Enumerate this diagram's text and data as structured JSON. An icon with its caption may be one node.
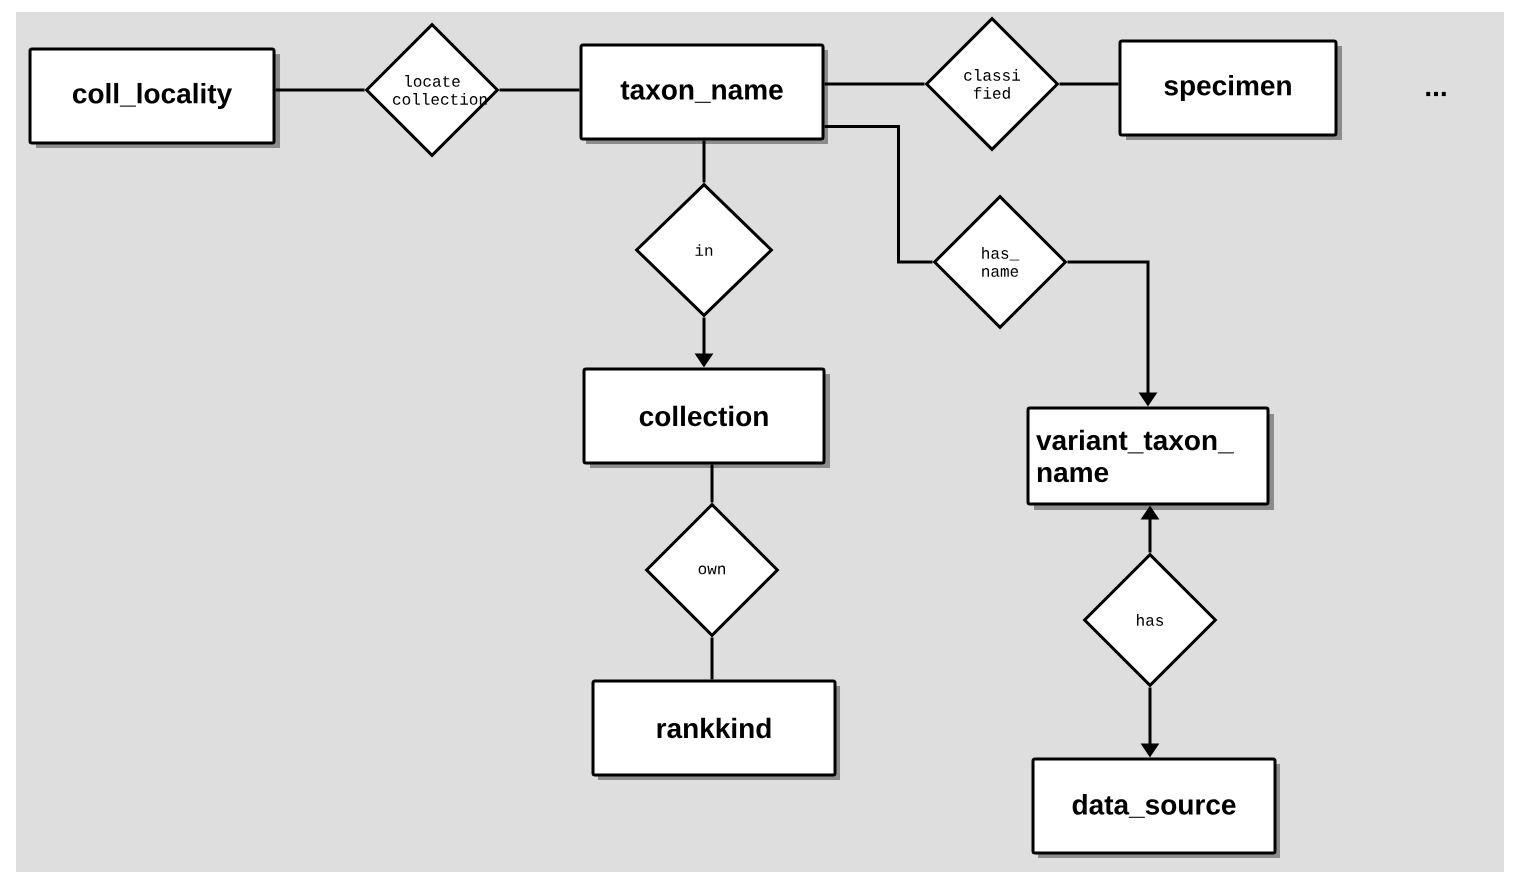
{
  "diagram": {
    "nodes": [
      {
        "text": [
          "coll_locality"
        ]
      },
      {
        "text": [
          "locate collection"
        ]
      },
      {
        "text": [
          "taxon_name"
        ]
      },
      {
        "text": [
          "classi fied"
        ]
      },
      {
        "text": [
          "specimen"
        ]
      },
      {
        "text": [
          "in"
        ]
      },
      {
        "text": [
          "collection"
        ]
      },
      {
        "text": [
          "has_ name"
        ]
      },
      {
        "text": [
          "variant_taxon_ name"
        ]
      },
      {
        "text": [
          "own"
        ]
      },
      {
        "text": [
          "rankkind"
        ]
      },
      {
        "text": [
          "has"
        ]
      },
      {
        "text": [
          "data_source"
        ]
      }
    ],
    "edges": [
      {
        "from": 0,
        "to": 1,
        "arrow": "none"
      },
      {
        "from": 1,
        "to": 2,
        "arrow": "none"
      },
      {
        "from": 2,
        "to": 3,
        "arrow": "none"
      },
      {
        "from": 3,
        "to": 4,
        "arrow": "none"
      },
      {
        "from": 2,
        "to": 5,
        "arrow": "none"
      },
      {
        "from": 5,
        "to": 6,
        "arrow": "to"
      },
      {
        "from": 2,
        "to": 7,
        "arrow": "none"
      },
      {
        "from": 7,
        "to": 8,
        "arrow": "to"
      },
      {
        "from": 6,
        "to": 9,
        "arrow": "none"
      },
      {
        "from": 9,
        "to": 10,
        "arrow": "none"
      },
      {
        "from": 11,
        "to": 8,
        "arrow": "to"
      },
      {
        "from": 11,
        "to": 12,
        "arrow": "to"
      }
    ],
    "labels": [
      "..."
    ]
  }
}
